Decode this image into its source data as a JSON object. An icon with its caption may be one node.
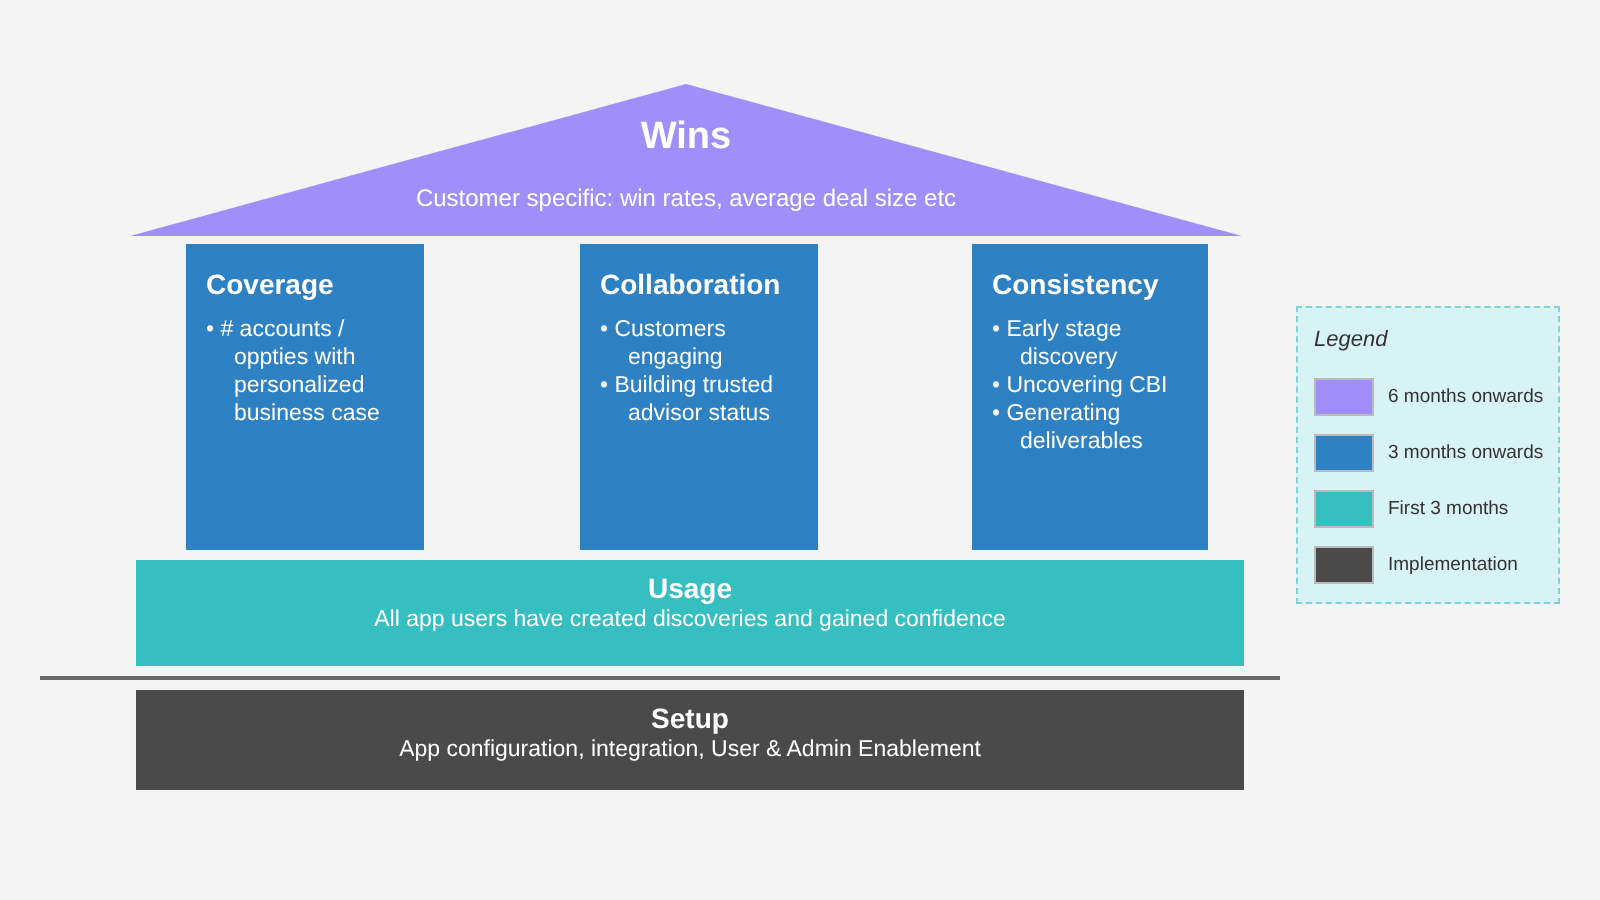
{
  "diagram": {
    "nodes": [
      {
        "text": [
          "Wins",
          "Customer specific: win rates, average deal size etc"
        ]
      },
      {
        "text": [
          "Coverage",
          "• # accounts / oppties with personalized business case"
        ]
      },
      {
        "text": [
          "Collaboration",
          "• Customers engaging",
          "• Building trusted advisor status"
        ]
      },
      {
        "text": [
          "Consistency",
          "• Early stage discovery",
          "• Uncovering CBI",
          "• Generating deliverables"
        ]
      },
      {
        "text": [
          "Usage",
          "All app users have created discoveries and gained confidence"
        ]
      },
      {
        "text": [
          "Setup",
          "App configuration, integration, User & Admin Enablement"
        ]
      }
    ],
    "edges": [],
    "labels": [
      "Legend"
    ],
    "legend": [
      {
        "text": "6 months onwards",
        "color": "#a08ffa"
      },
      {
        "text": "3 months onwards",
        "color": "#2e81c3"
      },
      {
        "text": "First 3 months",
        "color": "#35bfc1"
      },
      {
        "text": "Implementation",
        "color": "#4a4a4a"
      }
    ]
  }
}
